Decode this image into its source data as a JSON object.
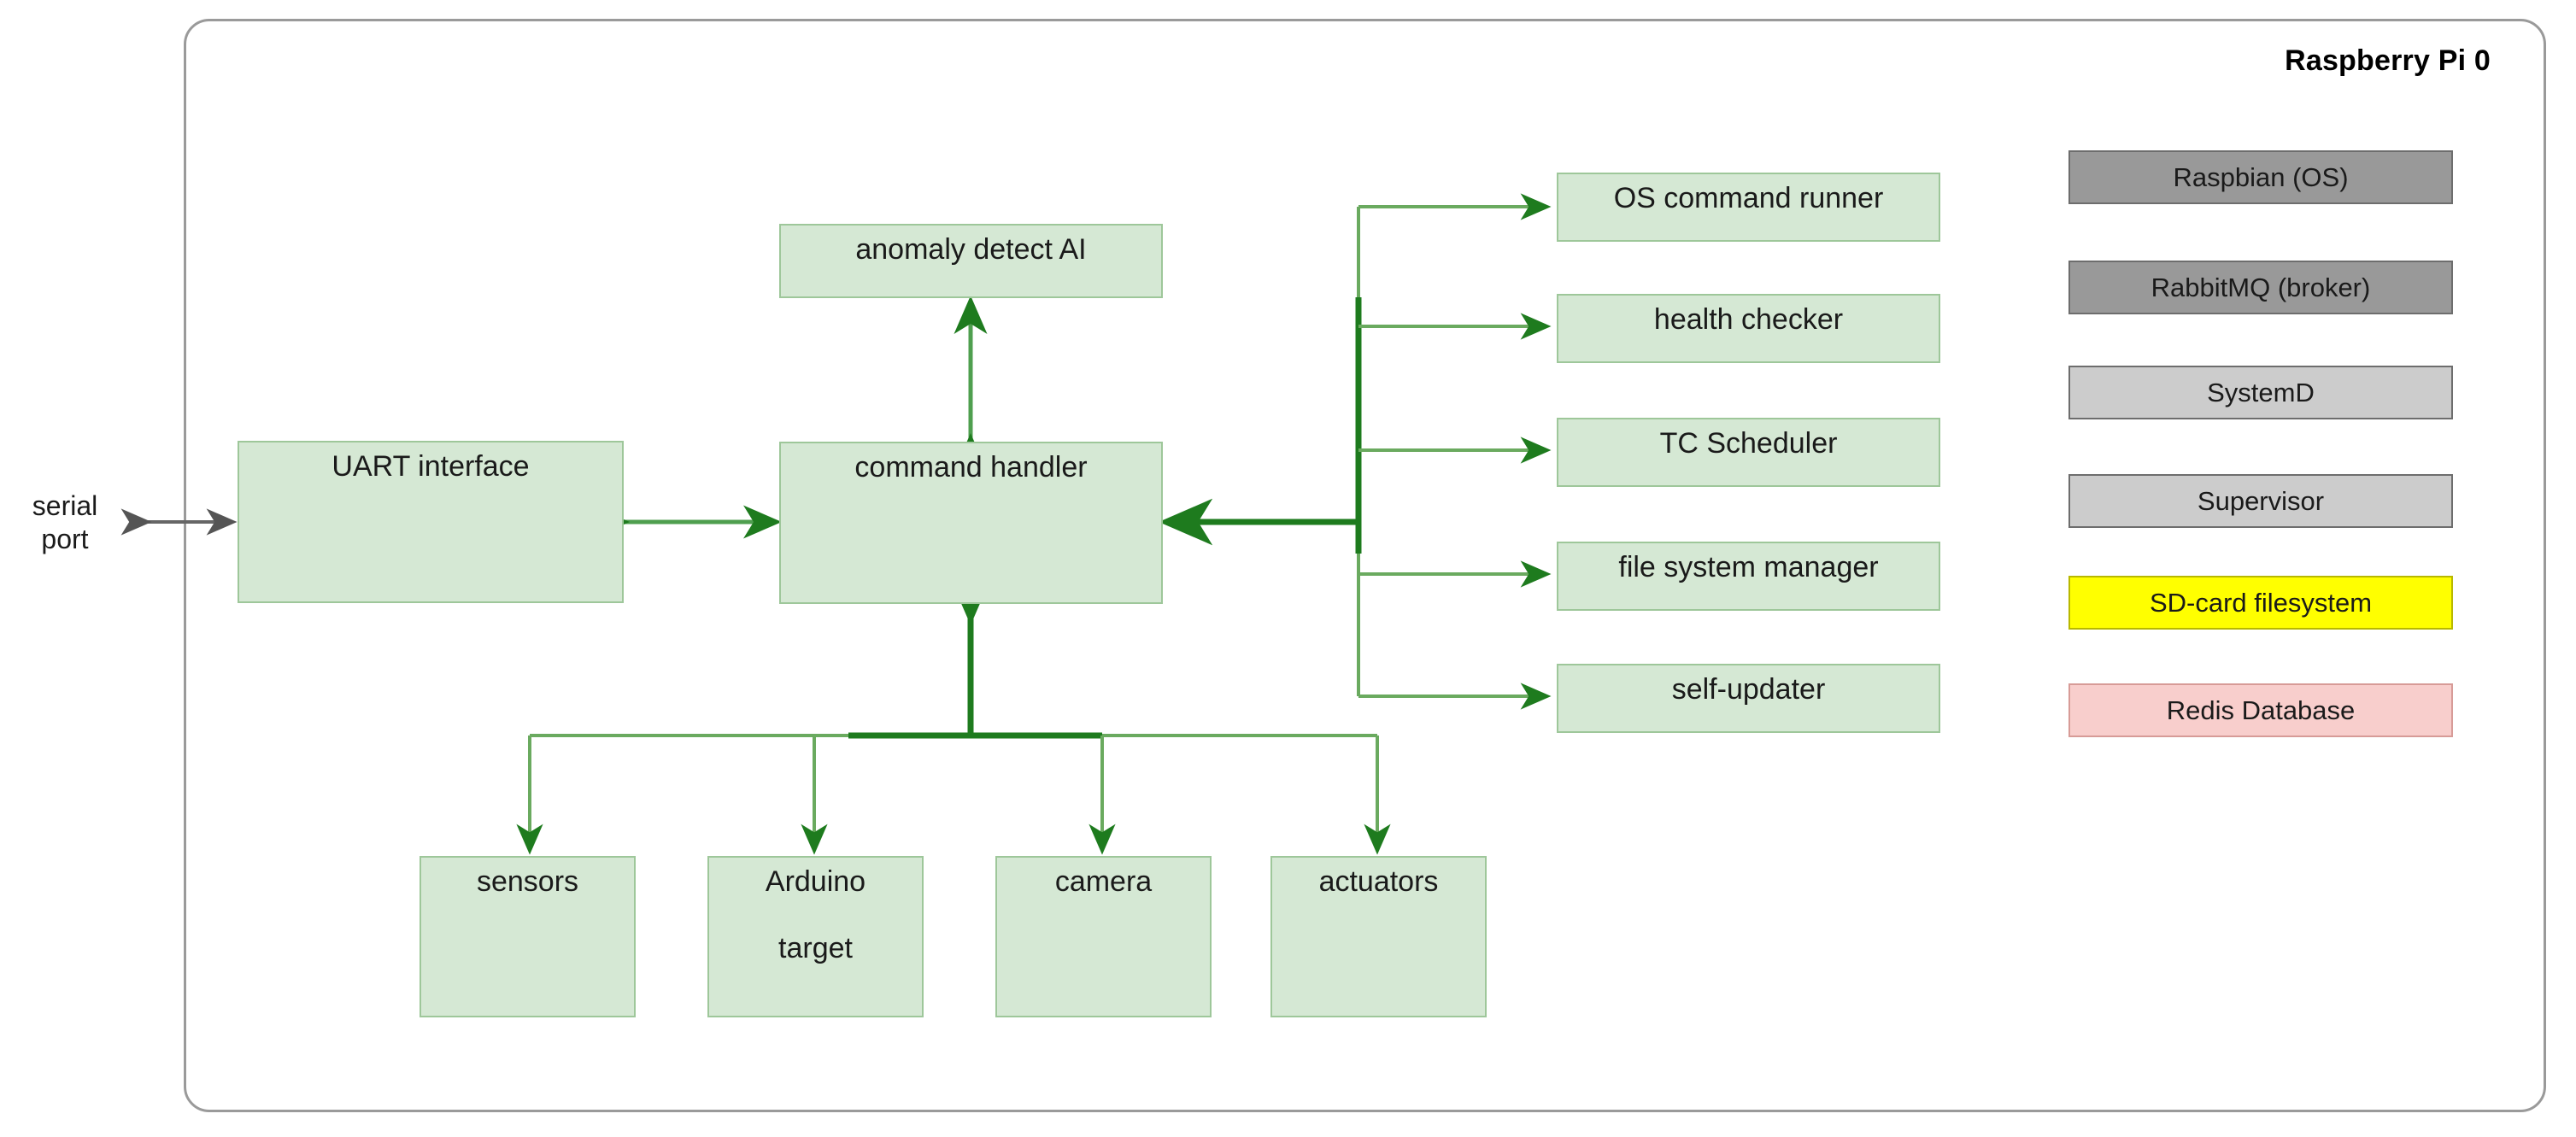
{
  "enclosure": {
    "title": "Raspberry Pi 0"
  },
  "external": {
    "serial_port_label": "serial\nport",
    "serial_port_line1": "serial",
    "serial_port_line2": "port"
  },
  "core": {
    "uart": "UART interface",
    "command_handler": "command handler",
    "anomaly": "anomaly detect AI"
  },
  "services": [
    {
      "label": "OS command runner"
    },
    {
      "label": "health checker"
    },
    {
      "label": "TC Scheduler"
    },
    {
      "label": "file system manager"
    },
    {
      "label": "self-updater"
    }
  ],
  "peripherals": [
    {
      "label": "sensors"
    },
    {
      "label": "Arduino target",
      "line1": "Arduino",
      "line2": "target"
    },
    {
      "label": "camera"
    },
    {
      "label": "actuators"
    }
  ],
  "legend": [
    {
      "label": "Raspbian (OS)",
      "fill": "#999999",
      "border": "#666666"
    },
    {
      "label": "RabbitMQ (broker)",
      "fill": "#999999",
      "border": "#666666"
    },
    {
      "label": "SystemD",
      "fill": "#cccccc",
      "border": "#666666"
    },
    {
      "label": "Supervisor",
      "fill": "#cccccc",
      "border": "#666666"
    },
    {
      "label": "SD-card filesystem",
      "fill": "#ffff00",
      "border": "#b8b800"
    },
    {
      "label": "Redis Database",
      "fill": "#f8cecc",
      "border": "#d79b97"
    }
  ],
  "colors": {
    "box_fill": "#d5e8d4",
    "box_border": "#9ec79a",
    "wire_light": "#6aaa5f",
    "wire_dark": "#1e7b1e",
    "enclosure_border": "#9a9a9a",
    "serial_wire": "#666666"
  }
}
